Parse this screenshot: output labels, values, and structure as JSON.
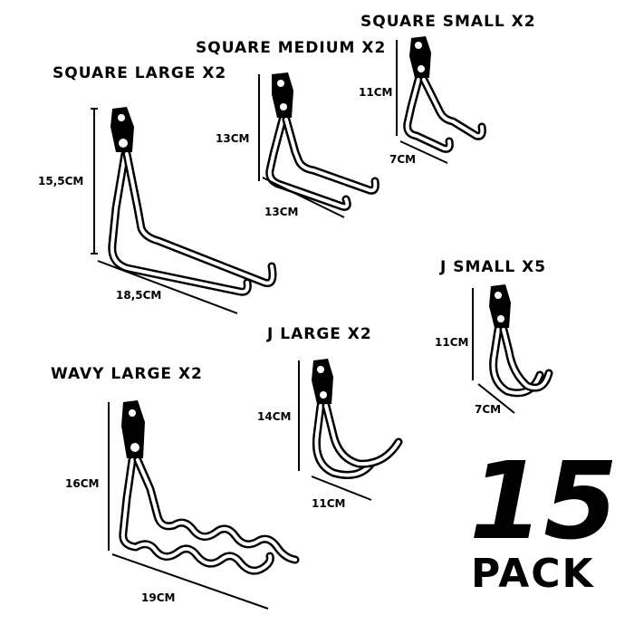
{
  "products": [
    {
      "title": "SQUARE LARGE X2",
      "height": "15,5CM",
      "width": "18,5CM"
    },
    {
      "title": "SQUARE MEDIUM X2",
      "height": "13CM",
      "width": "13CM"
    },
    {
      "title": "SQUARE SMALL X2",
      "height": "11CM",
      "width": "7CM"
    },
    {
      "title": "J SMALL X5",
      "height": "11CM",
      "width": "7CM"
    },
    {
      "title": "J LARGE X2",
      "height": "14CM",
      "width": "11CM"
    },
    {
      "title": "WAVY LARGE X2",
      "height": "16CM",
      "width": "19CM"
    }
  ],
  "pack": {
    "count": "15",
    "label": "PACK"
  }
}
